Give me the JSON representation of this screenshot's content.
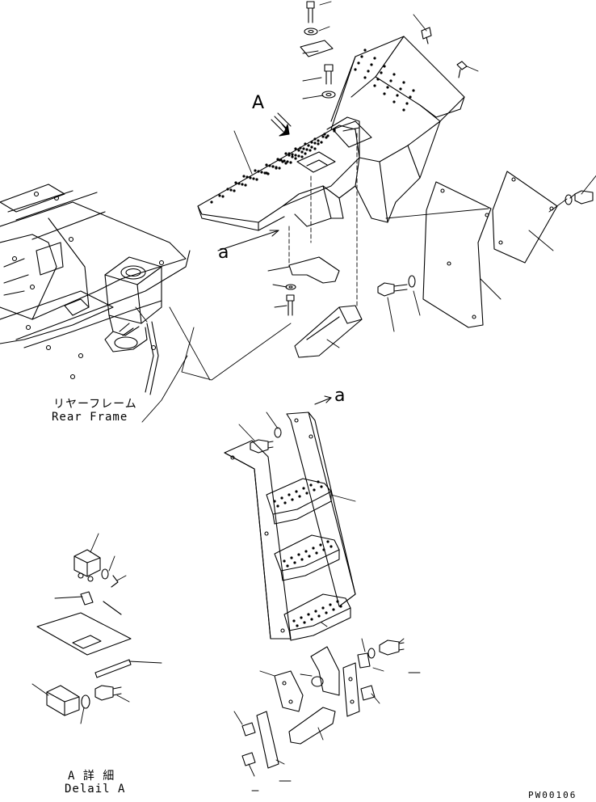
{
  "view_a_letter": "A",
  "ref_a_top": "a",
  "ref_a_ladder": "a",
  "rear_frame_jp": "リヤーフレーム",
  "rear_frame_en": "Rear Frame",
  "detail_jp": "A 詳 細",
  "detail_en": "Delail A",
  "drawing_code": "PW00106"
}
